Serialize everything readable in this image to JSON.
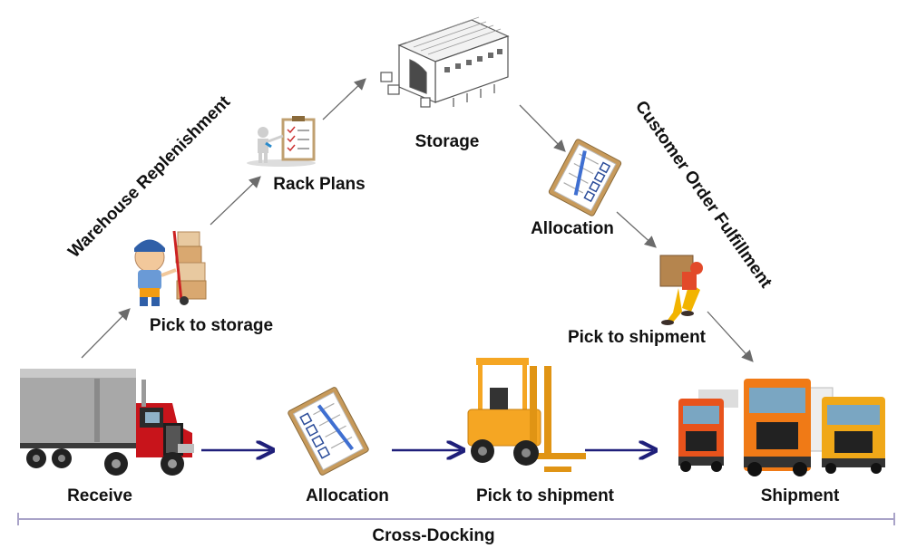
{
  "nodes": {
    "receive": {
      "label": "Receive",
      "icon": "truck-icon"
    },
    "pick_to_storage": {
      "label": "Pick to storage",
      "icon": "worker-with-handtruck-icon"
    },
    "rack_plans": {
      "label": "Rack Plans",
      "icon": "clipboard-presenter-icon"
    },
    "storage": {
      "label": "Storage",
      "icon": "warehouse-icon"
    },
    "allocation_top": {
      "label": "Allocation",
      "icon": "checklist-clipboard-icon"
    },
    "pick_to_shipment_top": {
      "label": "Pick to shipment",
      "icon": "person-carrying-box-icon"
    },
    "allocation_bottom": {
      "label": "Allocation",
      "icon": "checklist-clipboard-icon"
    },
    "pick_to_shipment_bottom": {
      "label": "Pick to shipment",
      "icon": "forklift-icon"
    },
    "shipment": {
      "label": "Shipment",
      "icon": "truck-fleet-icon"
    }
  },
  "flows": {
    "left": "Warehouse Replenishment",
    "right": "Customer Order Fulfillment",
    "bottom": "Cross-Docking"
  },
  "colors": {
    "cross_dock_arrow": "#1f1f7a",
    "flow_arrow": "#6b6b6b",
    "bracket": "#a9a3c8"
  }
}
